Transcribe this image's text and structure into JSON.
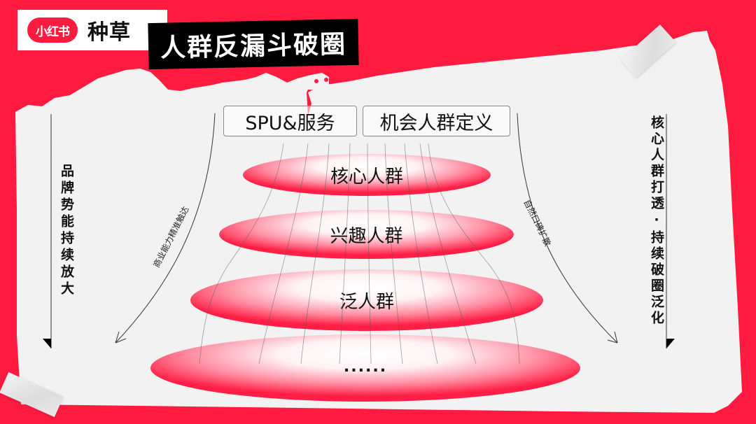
{
  "header": {
    "brand_logo": "小红书",
    "brand_text": "种草",
    "title": "人群反漏斗破圈"
  },
  "top_boxes": [
    {
      "label": "SPU&服务"
    },
    {
      "label": "机会人群定义"
    }
  ],
  "funnel_layers": [
    {
      "label": "核心人群"
    },
    {
      "label": "兴趣人群"
    },
    {
      "label": "泛人群"
    },
    {
      "label": "......"
    }
  ],
  "side_labels": {
    "left": "品牌势能持续放大",
    "right": "核心人群打透·持续破圈泛化"
  },
  "curve_labels": {
    "left": "商业能力精准触达",
    "right": "自然口碑扩散"
  },
  "colors": {
    "background": "#ff1b3f",
    "paper": "#f6f6f6",
    "ellipse_edge": "#ff1e45",
    "text": "#111111"
  }
}
